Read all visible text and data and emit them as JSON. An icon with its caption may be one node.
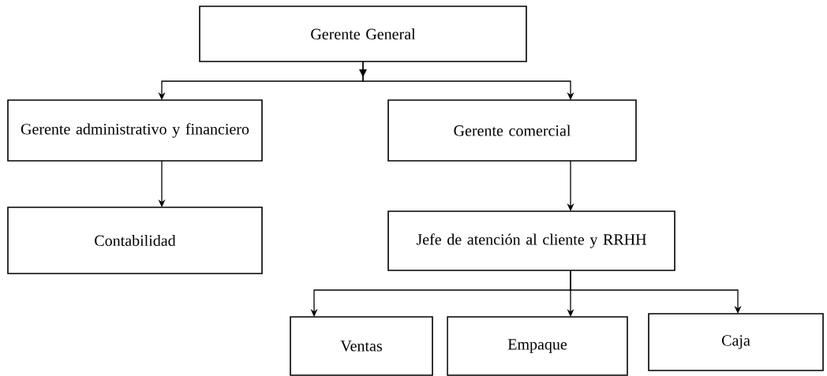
{
  "diagram": {
    "nodes": [
      {
        "text": [
          "Gerente General"
        ]
      },
      {
        "text": [
          "Gerente administrativo y financiero"
        ]
      },
      {
        "text": [
          "Gerente comercial"
        ]
      },
      {
        "text": [
          "Contabilidad"
        ]
      },
      {
        "text": [
          "Jefe de atención al cliente y RRHH"
        ]
      },
      {
        "text": [
          "Ventas"
        ]
      },
      {
        "text": [
          "Empaque"
        ]
      },
      {
        "text": [
          "Caja"
        ]
      }
    ],
    "edges": [
      {
        "from": 0,
        "to": 1,
        "arrow": "to"
      },
      {
        "from": 0,
        "to": 2,
        "arrow": "to"
      },
      {
        "from": 1,
        "to": 3,
        "arrow": "to"
      },
      {
        "from": 2,
        "to": 4,
        "arrow": "to"
      },
      {
        "from": 4,
        "to": 5,
        "arrow": "to"
      },
      {
        "from": 4,
        "to": 6,
        "arrow": "to"
      },
      {
        "from": 4,
        "to": 7,
        "arrow": "to"
      }
    ]
  }
}
